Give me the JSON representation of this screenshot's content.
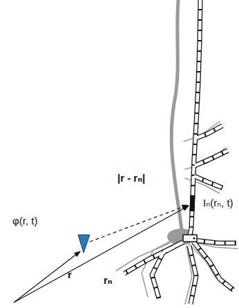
{
  "diagram": {
    "labels": [
      "φ(r, t)",
      "|r - rₙ|",
      "Iₙ(rₙ, t)",
      "r",
      "rₙ"
    ]
  }
}
